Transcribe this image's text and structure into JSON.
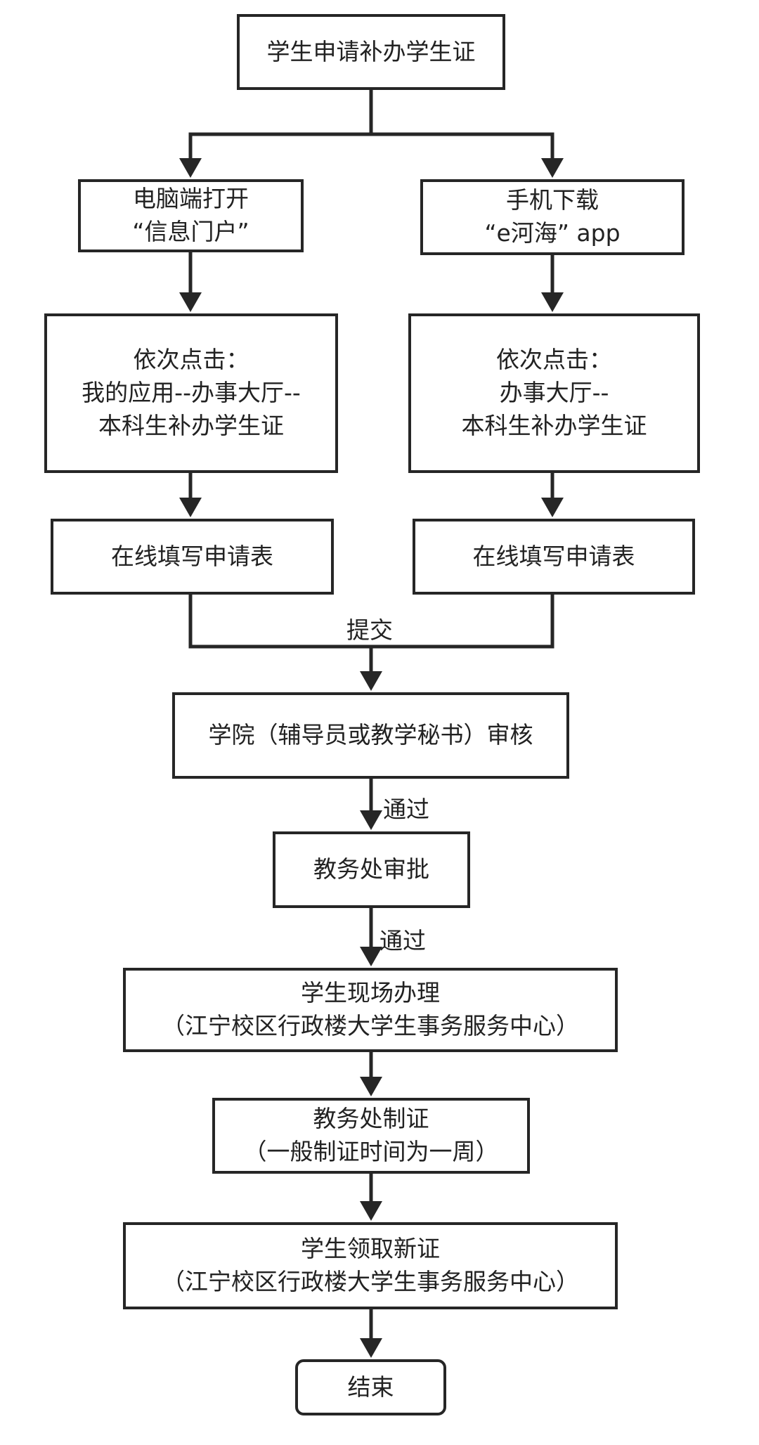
{
  "nodes": {
    "start": [
      "学生申请补办学生证"
    ],
    "pc_open": [
      "电脑端打开",
      "“信息门户”"
    ],
    "mobile_download": [
      "手机下载",
      "“e河海” app"
    ],
    "pc_steps": [
      "依次点击：",
      "我的应用--办事大厅--",
      "本科生补办学生证"
    ],
    "mobile_steps": [
      "依次点击：",
      "办事大厅--",
      "本科生补办学生证"
    ],
    "pc_fill": [
      "在线填写申请表"
    ],
    "mobile_fill": [
      "在线填写申请表"
    ],
    "college_review": [
      "学院（辅导员或教学秘书）审核"
    ],
    "academic_approval": [
      "教务处审批"
    ],
    "onsite": [
      "学生现场办理",
      "（江宁校区行政楼大学生事务服务中心）"
    ],
    "make_card": [
      "教务处制证",
      "（一般制证时间为一周）"
    ],
    "collect": [
      "学生领取新证",
      "（江宁校区行政楼大学生事务服务中心）"
    ],
    "end": [
      "结束"
    ]
  },
  "edge_labels": {
    "submit": "提交",
    "pass_1": "通过",
    "pass_2": "通过"
  }
}
